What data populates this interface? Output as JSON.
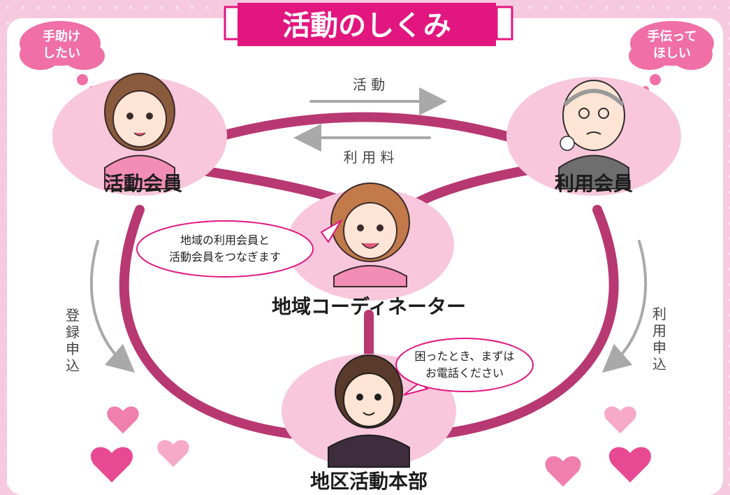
{
  "title": "活動のしくみ",
  "nodes": {
    "helper": {
      "label": "活動会員",
      "thought": [
        "手助け",
        "したい"
      ]
    },
    "user": {
      "label": "利用会員",
      "thought": [
        "手伝って",
        "ほしい"
      ]
    },
    "coordinator": {
      "label": "地域コーディネーター",
      "speech": [
        "地域の利用会員と",
        "活動会員をつなぎます"
      ]
    },
    "hq": {
      "label": "地区活動本部",
      "speech": [
        "困ったとき、まずは",
        "お電話ください"
      ]
    }
  },
  "flows": {
    "activity": "活 動",
    "fee": "利 用 料",
    "register": [
      "登",
      "録",
      "申",
      "込"
    ],
    "apply": [
      "利",
      "用",
      "申",
      "込"
    ]
  },
  "colors": {
    "magenta": "#e2167f",
    "ring": "#b83872",
    "cloud": "#ef6fa6",
    "blob": "#f9c7dc",
    "arrow": "#a9a9a9"
  }
}
